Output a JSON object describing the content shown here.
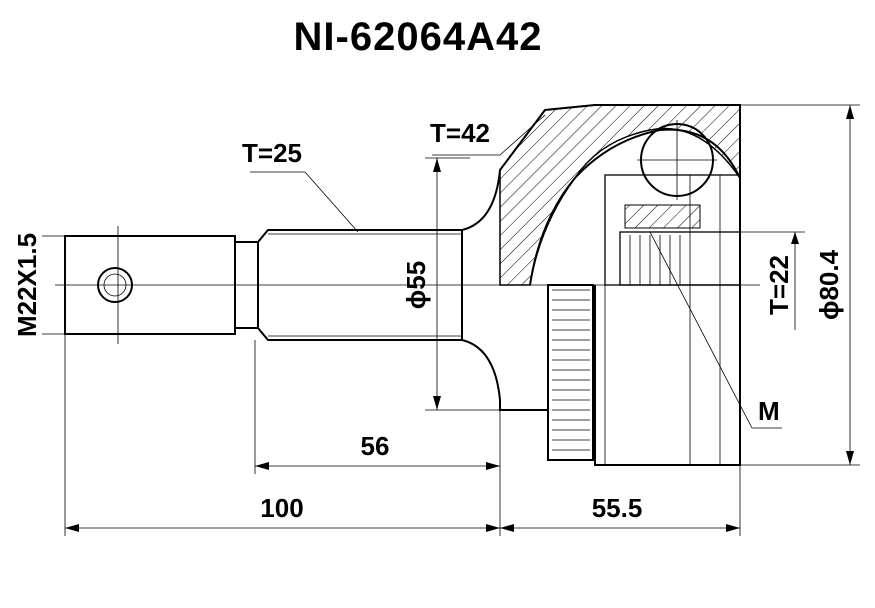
{
  "title": "NI-62064A42",
  "labels": {
    "thread": "M22X1.5",
    "spline_shaft": "T=25",
    "spline_cup": "T=42",
    "seal_dia": "ϕ55",
    "outer_dia": "ϕ80.4",
    "inner_spline": "T=22",
    "marker": "M",
    "len_56": "56",
    "len_100": "100",
    "len_55_5": "55.5"
  }
}
